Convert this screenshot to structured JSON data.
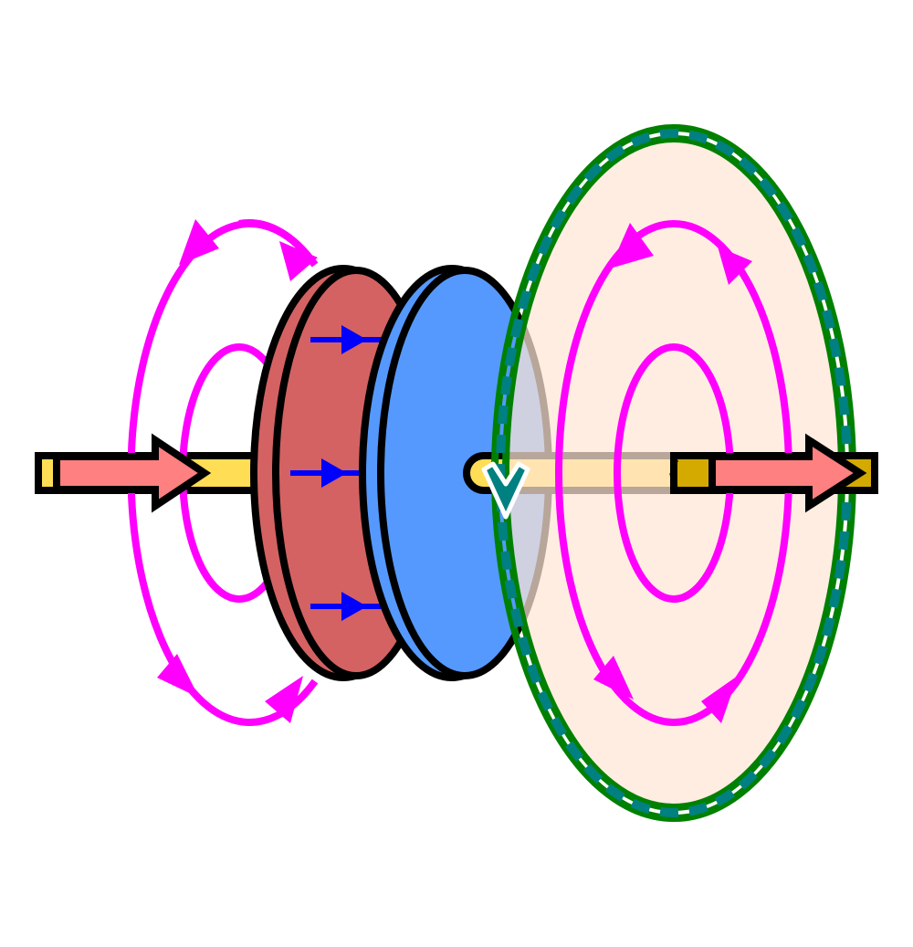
{
  "diagram": {
    "colors": {
      "background": "#ffffff",
      "outline": "#000000",
      "field_loop": "#ff00ff",
      "wire_core": "#ffdd55",
      "wire_core_inside": "#d4aa00",
      "current_arrow": "#ff8080",
      "plate_positive": "#d46262",
      "plate_negative": "#5599ff",
      "e_field_arrow": "#0000ff",
      "amperian_disk_fill": "#ffe6d5",
      "amperian_rim": "#008000",
      "amperian_dashes": "#008080",
      "direction_marker": "#008080"
    },
    "elements": [
      "current-arrow-in",
      "current-arrow-out",
      "capacitor-plate-positive",
      "capacitor-plate-negative",
      "electric-field-arrows",
      "magnetic-field-loops-left",
      "magnetic-field-loops-right",
      "amperian-surface",
      "direction-marker"
    ]
  }
}
